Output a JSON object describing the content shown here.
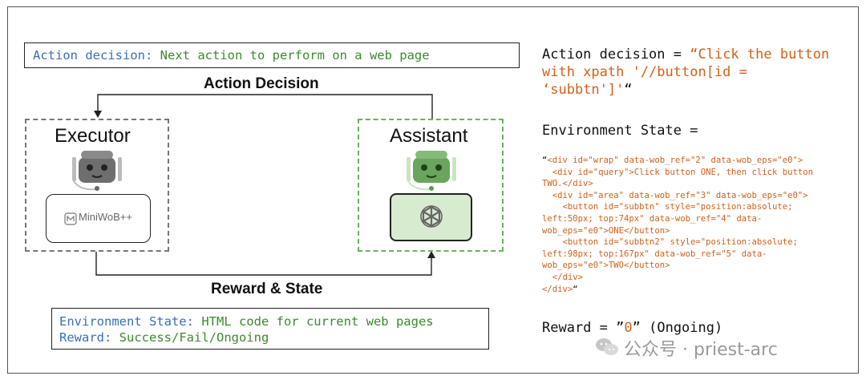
{
  "top_box": {
    "key": "Action decision:",
    "value": "Next action to perform on a web page"
  },
  "labels": {
    "action_decision": "Action Decision",
    "reward_state": "Reward & State"
  },
  "executor": {
    "title": "Executor",
    "app_label": "MiniWoB++"
  },
  "assistant": {
    "title": "Assistant"
  },
  "bottom_box": {
    "line1_key": "Environment State:",
    "line1_value": "HTML code for current web pages",
    "line2_key": "Reward:",
    "line2_value": "Success/Fail/Ongoing"
  },
  "right": {
    "action_prefix": "Action decision = ",
    "action_quote_open": "“",
    "action_line1": "Click the button",
    "action_line2": "with xpath '//button[id =",
    "action_line3": "‘subbtn']'",
    "action_quote_close": "“",
    "env_title": "Environment State =",
    "code_open_quote": "“",
    "code_lines": [
      "<div id=\"wrap\" data-wob_ref=\"2\" data-wob_eps=\"e0\">",
      "  <div id=\"query\">Click button ONE, then click button",
      "TWO.</div>",
      "  <div id=\"area\" data-wob_ref=\"3\" data-wob_eps=\"e0\">",
      "    <button id=\"subbtn\" style=\"position:absolute;",
      "left:50px; top:74px\" data-wob_ref=\"4\" data-",
      "wob_eps=\"e0\">ONE</button>",
      "    <button id=\"subbtn2\" style=\"position:absolute;",
      "left:98px; top:167px\" data-wob_ref=\"5\" data-",
      "wob_eps=\"e0\">TWO</button>",
      "  </div>",
      "</div>"
    ],
    "code_close_quote": "“",
    "reward_prefix": "Reward = ",
    "reward_quote_open": "”",
    "reward_value": "0",
    "reward_quote_close": "”",
    "reward_suffix": " (Ongoing)"
  },
  "watermark": "公众号 · priest-arc",
  "icons": {
    "executor_robot": "robot-icon",
    "assistant_robot": "robot-icon",
    "openai_logo": "openai-logo-icon",
    "miniwob_logo": "miniwob-logo-icon",
    "wechat": "wechat-icon"
  },
  "colors": {
    "key_blue": "#3a6fb5",
    "value_green": "#3c8a2e",
    "code_orange": "#d2601a",
    "assistant_border": "#6bb35c"
  }
}
